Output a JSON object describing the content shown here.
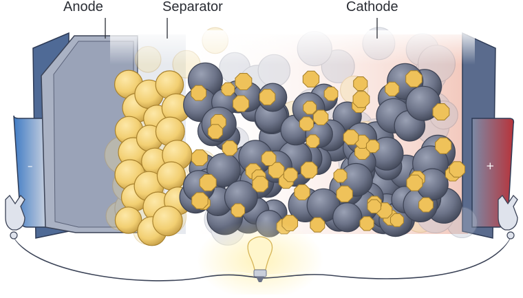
{
  "labels": {
    "anode": "Anode",
    "separator": "Separator",
    "cathode": "Cathode"
  },
  "terminals": {
    "negative": "–",
    "positive": "+"
  },
  "colors": {
    "anode_particle": "#f2cf72",
    "electrolyte_particle": "#6c7388",
    "cathode_particle": "#efc25a",
    "negative_collector": "#3f7bc4",
    "positive_collector": "#b8333a",
    "anode_plate": "#aab2c4",
    "bulb_glow": "#fff2b8"
  },
  "icons": [
    "light-bulb-icon",
    "clip-icon"
  ]
}
